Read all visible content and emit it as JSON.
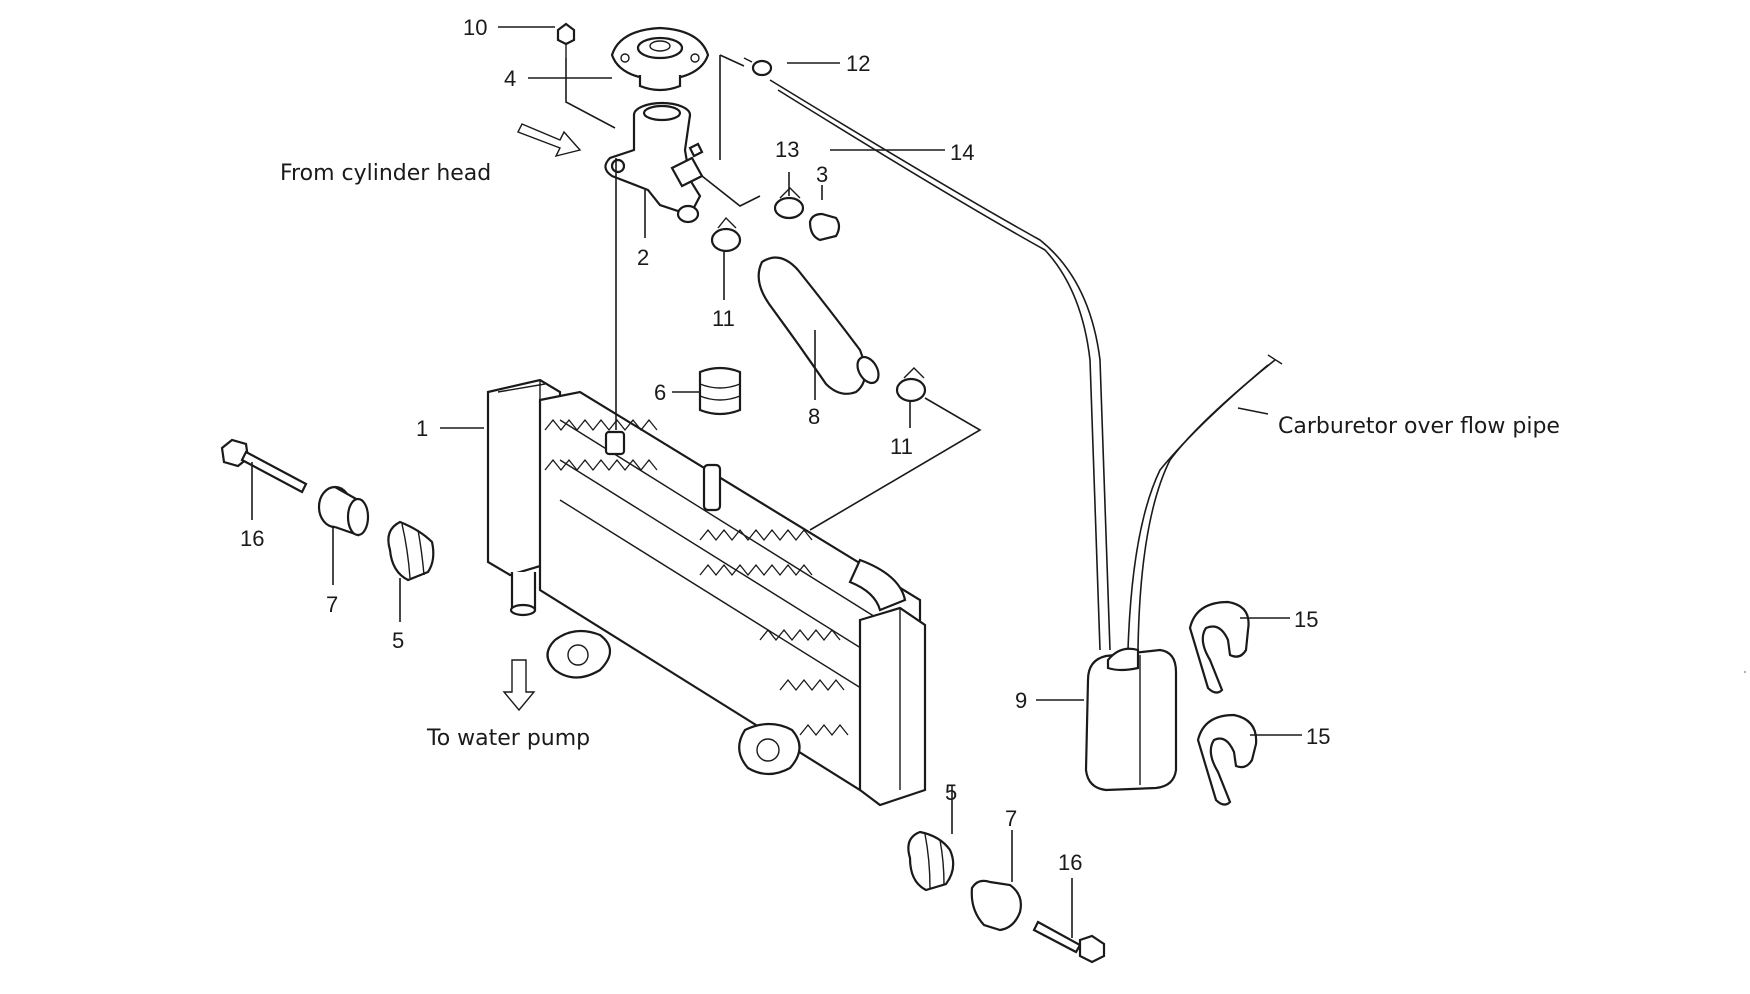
{
  "diagram": {
    "captions": {
      "from_cylinder_head": "From cylinder head",
      "to_water_pump": "To water pump",
      "carburetor_pipe": "Carburetor over flow pipe"
    },
    "callouts": {
      "c1": "1",
      "c2": "2",
      "c3": "3",
      "c4": "4",
      "c5a": "5",
      "c5b": "5",
      "c6": "6",
      "c7a": "7",
      "c7b": "7",
      "c8": "8",
      "c9": "9",
      "c10": "10",
      "c11a": "11",
      "c11b": "11",
      "c12": "12",
      "c13": "13",
      "c14": "14",
      "c15a": "15",
      "c15b": "15",
      "c16a": "16",
      "c16b": "16"
    }
  }
}
